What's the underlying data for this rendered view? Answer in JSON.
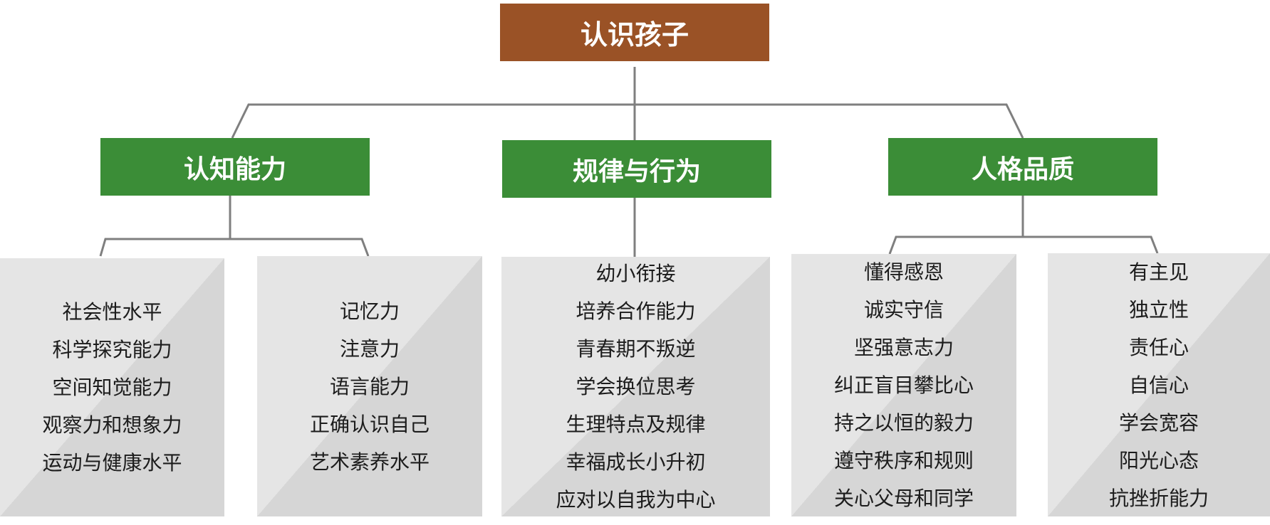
{
  "root": {
    "label": "认识孩子"
  },
  "categories": [
    {
      "label": "认知能力"
    },
    {
      "label": "规律与行为"
    },
    {
      "label": "人格品质"
    }
  ],
  "boxes": [
    {
      "items": [
        "社会性水平",
        "科学探究能力",
        "空间知觉能力",
        "观察力和想象力",
        "运动与健康水平"
      ]
    },
    {
      "items": [
        "记忆力",
        "注意力",
        "语言能力",
        "正确认识自己",
        "艺术素养水平"
      ]
    },
    {
      "items": [
        "幼小衔接",
        "培养合作能力",
        "青春期不叛逆",
        "学会换位思考",
        "生理特点及规律",
        "幸福成长小升初",
        "应对以自我为中心"
      ]
    },
    {
      "items": [
        "懂得感恩",
        "诚实守信",
        "坚强意志力",
        "纠正盲目攀比心",
        "持之以恒的毅力",
        "遵守秩序和规则",
        "关心父母和同学"
      ]
    },
    {
      "items": [
        "有主见",
        "独立性",
        "责任心",
        "自信心",
        "学会宽容",
        "阳光心态",
        "抗挫折能力"
      ]
    }
  ],
  "colors": {
    "root_fill": "#9a5226",
    "category_fill": "#3b8d37",
    "box_fill_light": "#e5e5e5",
    "box_fill_dark": "#d6d6d6",
    "connector": "#7f7f7f"
  }
}
